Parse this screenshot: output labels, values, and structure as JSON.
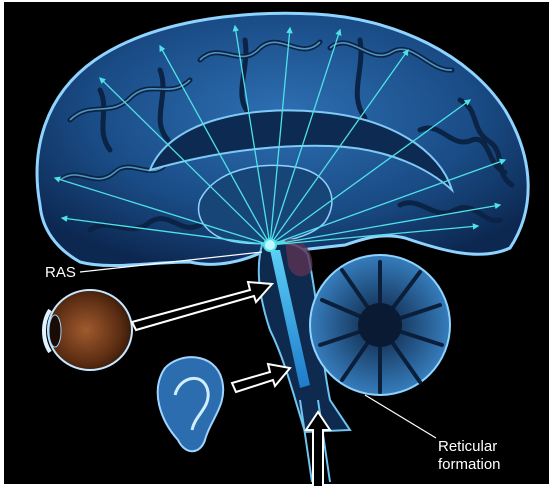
{
  "labels": {
    "ras": "RAS",
    "reticular_line1": "Reticular",
    "reticular_line2": "formation"
  },
  "icons": {
    "eye": "eye-icon",
    "ear": "ear-icon",
    "input_arrows": "arrow-right-icon"
  },
  "colors": {
    "background": "#000000",
    "brain_blue": "#1b4f86",
    "brain_highlight": "#6fc4f0",
    "projection_cyan": "#4ee1e6",
    "brainstem_glow": "#2a9ee6",
    "label_text": "#ffffff"
  }
}
